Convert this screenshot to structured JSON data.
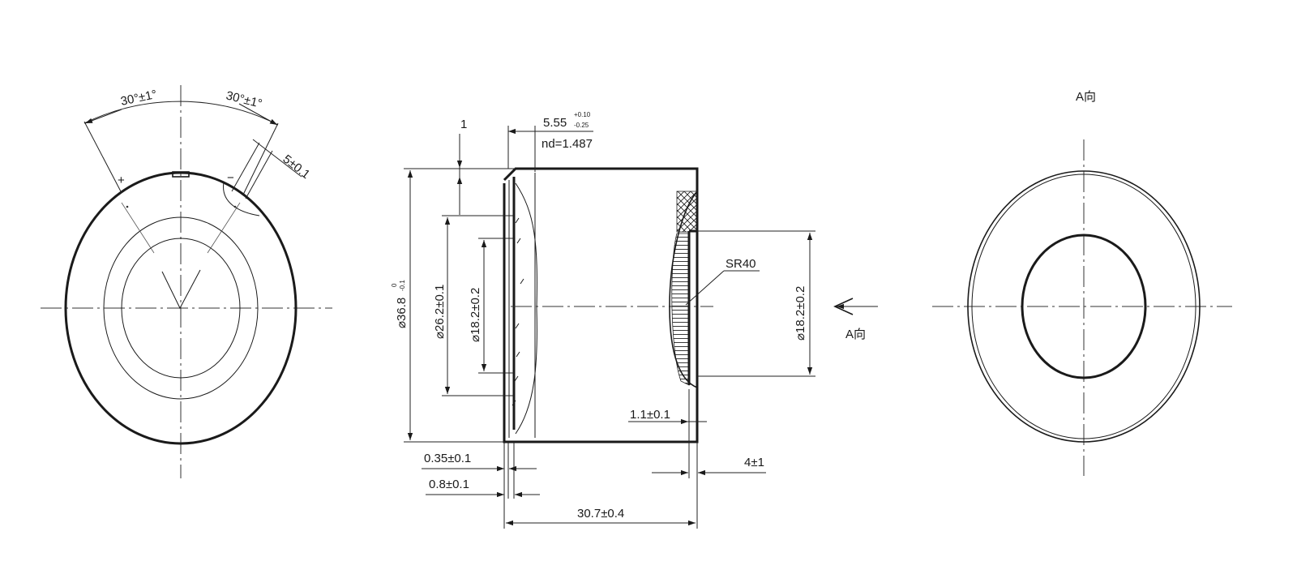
{
  "left_view": {
    "angle_left": "30°±1°",
    "angle_right": "30°±1°",
    "slot_width": "5±0.1",
    "mark_plus": "+",
    "mark_minus": "−"
  },
  "section_view": {
    "lip": "1",
    "thickness_main": "5.55",
    "thickness_upper_tol": "+0.10",
    "thickness_lower_tol": "-0.25",
    "refractive_index": "nd=1.487",
    "outer_dia_main": "⌀36.8",
    "outer_dia_upper_tol": "0",
    "outer_dia_lower_tol": "-0.1",
    "inner_dia_26": "⌀26.2±0.1",
    "inner_dia_18_left": "⌀18.2±0.2",
    "sr": "SR40",
    "inner_dia_18_right": "⌀18.2±0.2",
    "step_depth": "1.1±0.1",
    "wall_035": "0.35±0.1",
    "wall_08": "0.8±0.1",
    "end_gap": "4±1",
    "length": "30.7±0.4",
    "view_arrow_label": "A向"
  },
  "right_view": {
    "title": "A向"
  }
}
